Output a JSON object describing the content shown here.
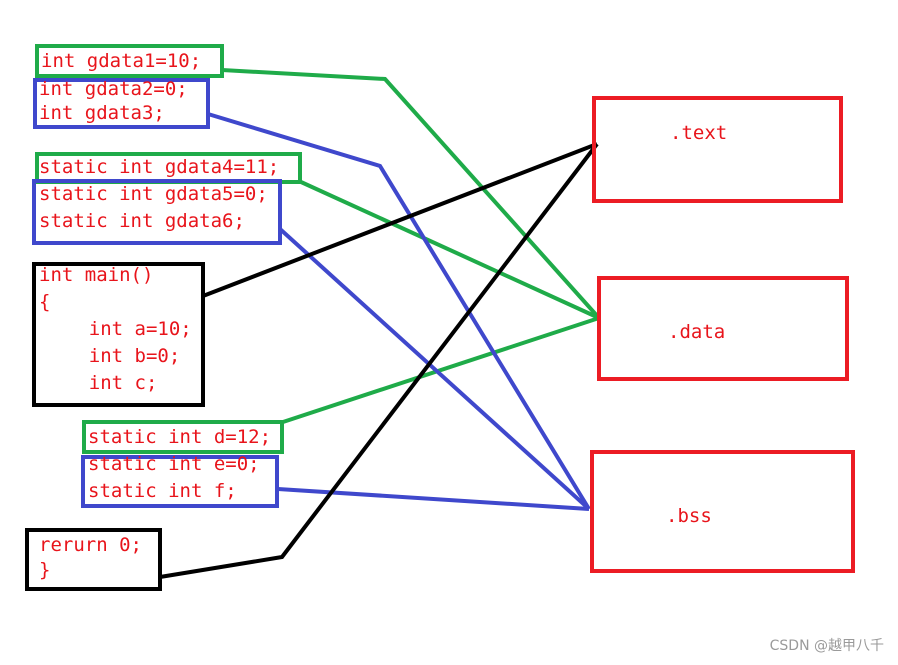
{
  "code": {
    "gdata1": "int gdata1=10;",
    "gdata2": "int gdata2=0;",
    "gdata3": "int gdata3;",
    "gdata4": "static int gdata4=11;",
    "gdata5": "static int gdata5=0;",
    "gdata6": "static int gdata6;",
    "main_sig": "int main()",
    "brace_open": "{",
    "local_a": "    int a=10;",
    "local_b": "    int b=0;",
    "local_c": "    int c;",
    "static_d": "static int d=12;",
    "static_e": "static int e=0;",
    "static_f": "static int f;",
    "return_stmt": "rerurn 0;",
    "brace_close": "}"
  },
  "segments": {
    "text": ".text",
    "data": ".data",
    "bss": ".bss"
  },
  "watermark": "CSDN @越甲八千",
  "colors": {
    "code_text": "#e8141b",
    "initialized_nonzero": "#1fab49",
    "zero_or_uninitialized": "#3f48cc",
    "instructions": "#000000",
    "segment_box": "#ec1c24"
  }
}
